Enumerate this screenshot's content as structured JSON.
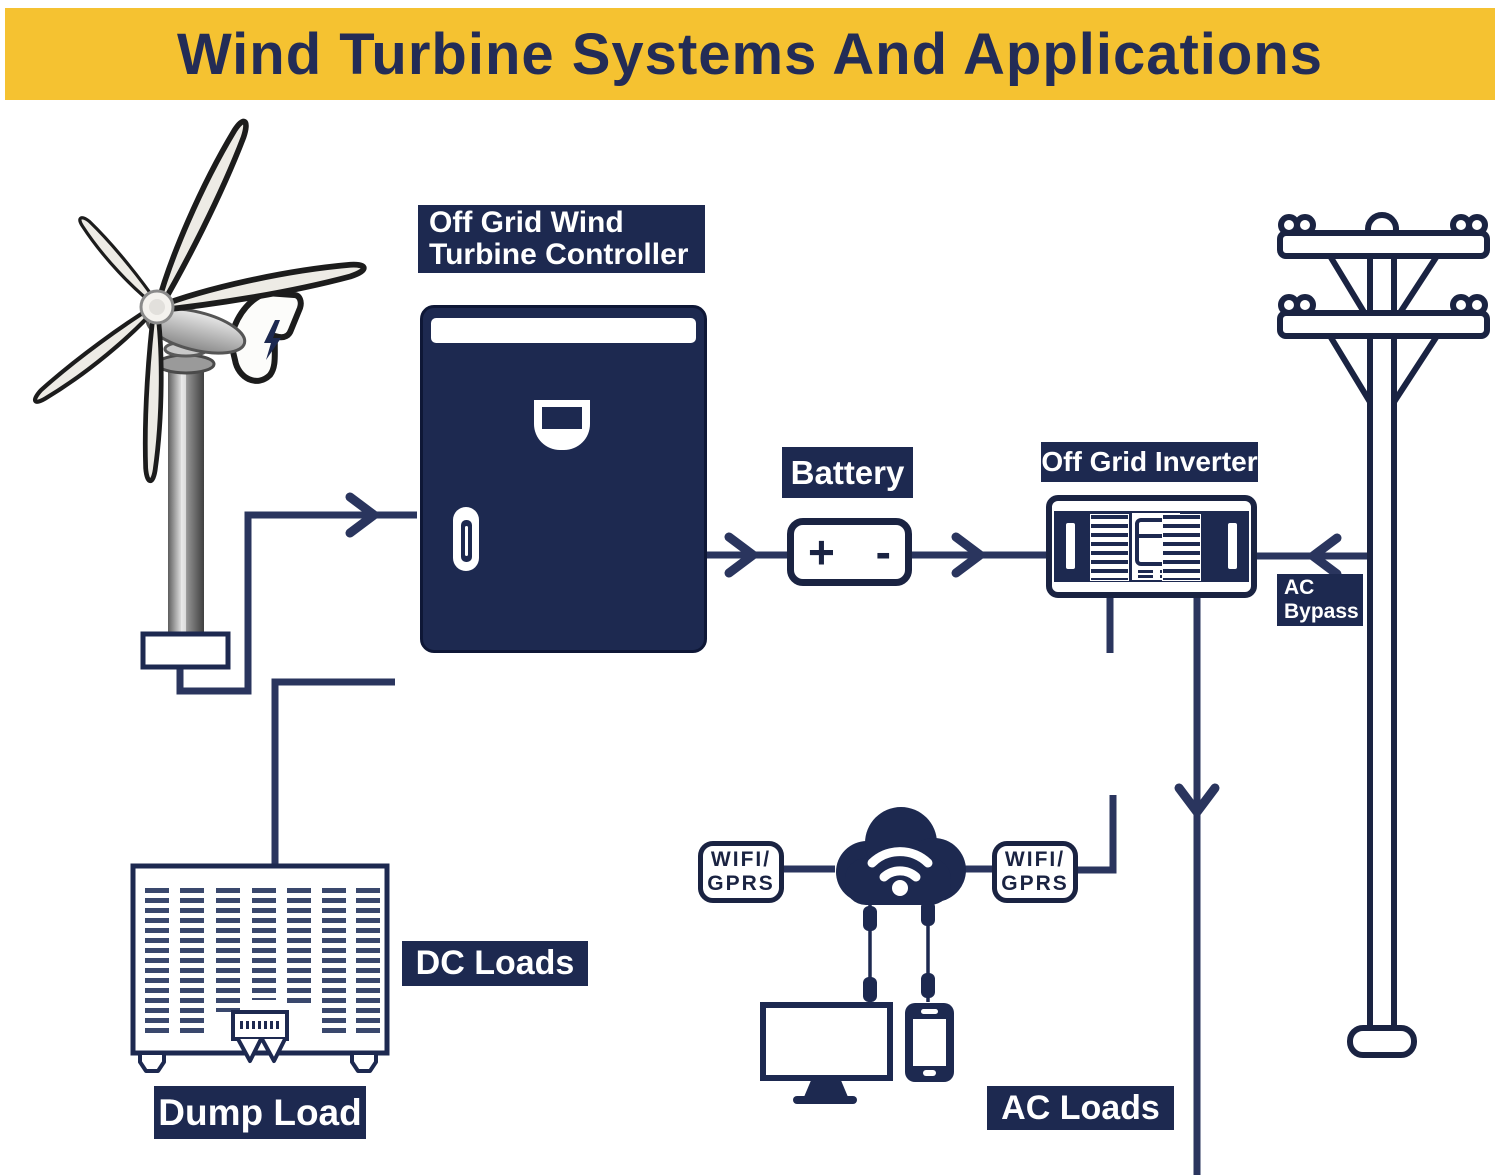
{
  "banner": {
    "title": "Wind Turbine Systems And Applications"
  },
  "labels": {
    "controller_line1": "Off Grid Wind",
    "controller_line2": "Turbine Controller",
    "battery": "Battery",
    "inverter": "Off Grid Inverter",
    "ac_bypass_line1": "AC",
    "ac_bypass_line2": "Bypass",
    "wifi_left_line1": "WIFI/",
    "wifi_left_line2": "GPRS",
    "wifi_right_line1": "WIFI/",
    "wifi_right_line2": "GPRS",
    "dc_loads": "DC Loads",
    "dump_load": "Dump Load",
    "ac_loads": "AC Loads"
  },
  "battery_symbols": {
    "plus": "+",
    "minus": "-"
  },
  "colors": {
    "banner_yellow": "#F5C231",
    "navy_box": "#1D2950",
    "wire_navy": "#2A355E",
    "title_navy": "#232C56",
    "slat_blue": "#3A486D",
    "white": "#FFFFFF"
  },
  "icons": {
    "wind_turbine": "wind-turbine-icon",
    "utility_pole": "utility-pole-icon",
    "cloud_wifi": "cloud-wifi-icon",
    "monitor": "monitor-icon",
    "smartphone": "smartphone-icon",
    "dump_load_unit": "dump-load-icon",
    "battery_unit": "battery-icon",
    "inverter_unit": "inverter-icon",
    "controller_unit": "controller-icon",
    "arrow": "flow-arrow-icon"
  }
}
